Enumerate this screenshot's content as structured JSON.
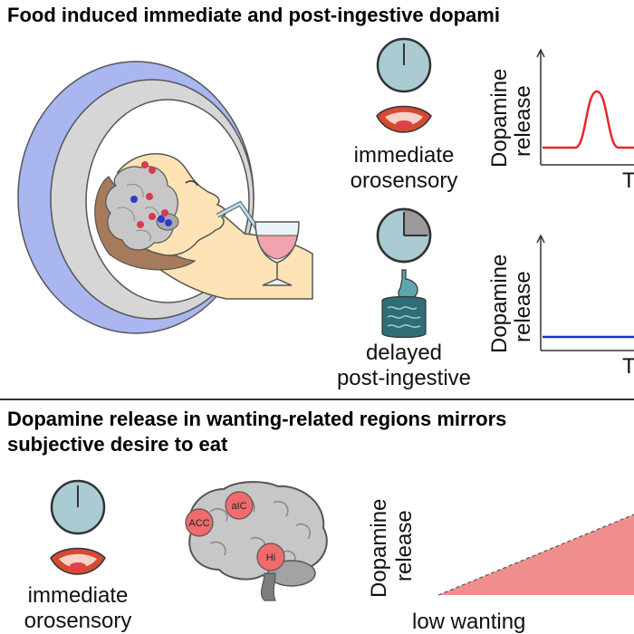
{
  "top": {
    "title": "Food induced immediate and post-ingestive dopami",
    "immediate": {
      "line1": "immediate",
      "line2": "orosensory"
    },
    "delayed": {
      "line1": "delayed",
      "line2": "post-ingestive"
    },
    "plot1": {
      "ylabel_line1": "Dopamine",
      "ylabel_line2": "release",
      "xlabel": "T"
    },
    "plot2": {
      "ylabel_line1": "Dopamine",
      "ylabel_line2": "release",
      "xlabel": "T"
    }
  },
  "bottom": {
    "title_line1": "Dopamine release in wanting-related regions mirrors",
    "title_line2": "subjective desire to eat",
    "immediate": {
      "line1": "immediate",
      "line2": "orosensory"
    },
    "regions": {
      "acc": "ACC",
      "aic": "aIC",
      "hi": "Hi"
    },
    "plot": {
      "ylabel_line1": "Dopamine",
      "ylabel_line2": "release",
      "xlabel": "low wanting"
    }
  },
  "colors": {
    "ring_outer": "#a9b6f0",
    "ring_inner": "#c9c9c9",
    "skin": "#fde3b5",
    "hair": "#a57b5b",
    "brain": "#c7c7c7",
    "clock": "#a9cbd1",
    "peak_line": "#e8262c",
    "flat_line": "#1a2fc9",
    "wedge": "#f08e8e",
    "region": "#f06b6b",
    "gut": "#2f6e77"
  }
}
